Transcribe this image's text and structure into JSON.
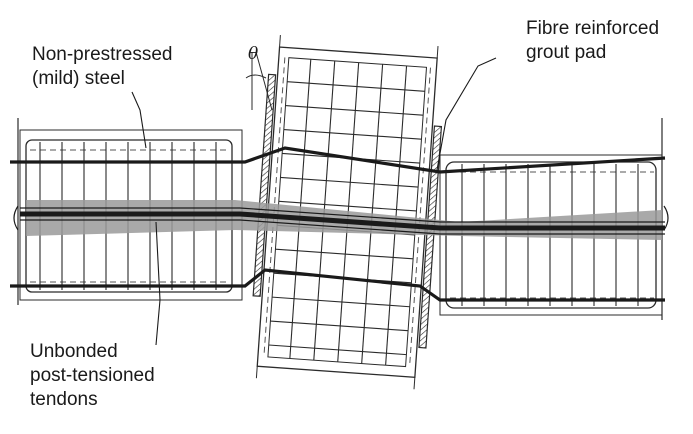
{
  "labels": {
    "mild_steel": [
      "Non-prestressed",
      "(mild) steel"
    ],
    "grout_pad": [
      "Fibre reinforced",
      "grout pad"
    ],
    "tendons": [
      "Unbonded",
      "post-tensioned",
      "tendons"
    ],
    "angle": "θ"
  },
  "colors": {
    "ink": "#1a1a1a",
    "line": "#2b2b2b",
    "dashed": "#555555",
    "tendon_shade": "#9a9a9a",
    "background": "#ffffff"
  }
}
